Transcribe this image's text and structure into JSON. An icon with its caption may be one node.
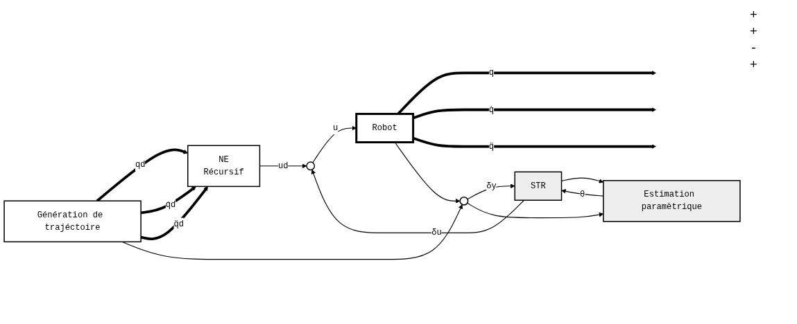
{
  "diagram": {
    "nodes": [
      {
        "text": [
          "Génération de trajéctoire"
        ]
      },
      {
        "text": [
          "NE",
          "Récursif"
        ]
      },
      {
        "text": [],
        "shape": "circle"
      },
      {
        "text": [
          "Robot"
        ]
      },
      {
        "text": [
          "STR"
        ]
      },
      {
        "text": [
          "Estimation paramètrique"
        ]
      },
      {
        "text": [],
        "shape": "circle"
      }
    ],
    "edges": [
      {
        "from": 0,
        "to": 1,
        "arrow": "to",
        "label": "qd",
        "style": "thick"
      },
      {
        "from": 0,
        "to": 1,
        "arrow": "to",
        "label": "q̇d",
        "style": "thick"
      },
      {
        "from": 0,
        "to": 1,
        "arrow": "to",
        "label": "q̈d",
        "style": "thick"
      },
      {
        "from": 1,
        "to": 2,
        "arrow": "to",
        "label": "ud"
      },
      {
        "from": 2,
        "to": 3,
        "arrow": "to",
        "label": "u"
      },
      {
        "from": 3,
        "to": null,
        "arrow": "to",
        "label": "q",
        "style": "thick"
      },
      {
        "from": 3,
        "to": null,
        "arrow": "to",
        "label": "q̇",
        "style": "thick"
      },
      {
        "from": 3,
        "to": null,
        "arrow": "to",
        "label": "q̈",
        "style": "thick"
      },
      {
        "from": 4,
        "to": 2,
        "arrow": "to",
        "label": "δu"
      },
      {
        "from": 4,
        "to": 5,
        "arrow": "to"
      },
      {
        "from": 5,
        "to": 4,
        "arrow": "to",
        "label": "θ"
      },
      {
        "from": 6,
        "to": 4,
        "arrow": "to",
        "label": "δy"
      },
      {
        "from": 6,
        "to": 5,
        "arrow": "to"
      },
      {
        "from": 0,
        "to": 6,
        "arrow": "to"
      },
      {
        "from": 3,
        "to": 6,
        "arrow": "to"
      }
    ],
    "labels": [
      "+",
      "+",
      "-",
      "+"
    ]
  }
}
